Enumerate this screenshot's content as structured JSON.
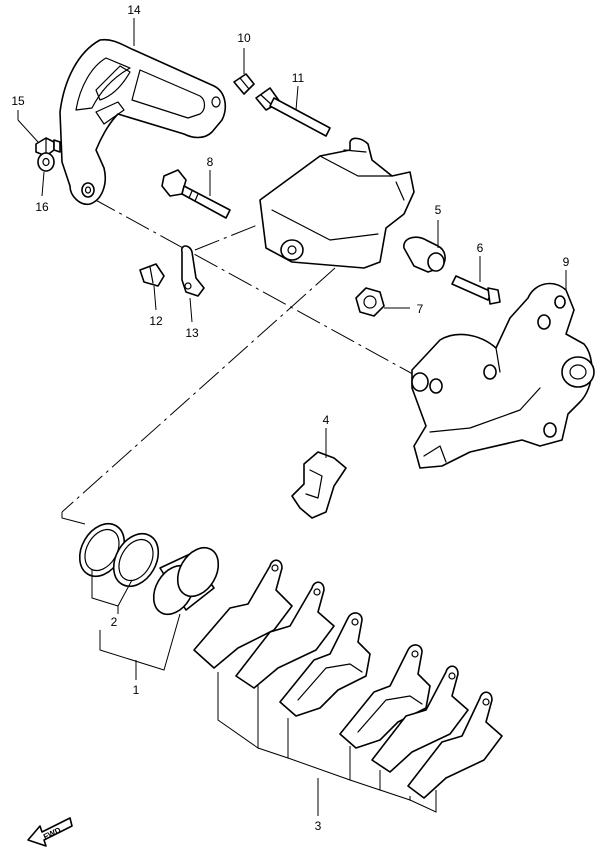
{
  "diagram": {
    "callouts": {
      "c1": "1",
      "c2": "2",
      "c3": "3",
      "c4": "4",
      "c5": "5",
      "c6": "6",
      "c7": "7",
      "c8": "8",
      "c9": "9",
      "c10": "10",
      "c11": "11",
      "c12": "12",
      "c13": "13",
      "c14": "14",
      "c15": "15",
      "c16": "16"
    },
    "fwd_label": "FWD"
  }
}
